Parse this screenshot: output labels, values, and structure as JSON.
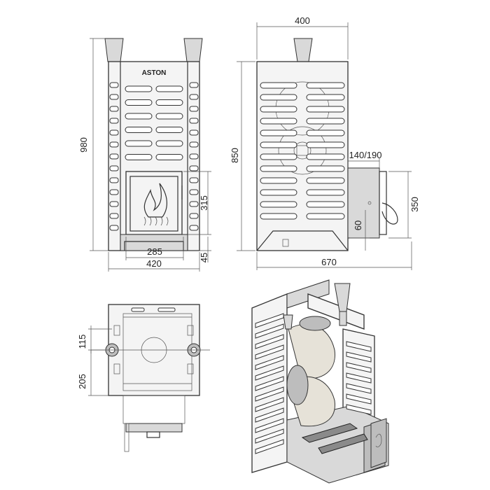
{
  "brand": {
    "logo_text": "ASTON"
  },
  "dimensions": {
    "front_total_height": "980",
    "front_door_height": "315",
    "front_door_width": "285",
    "front_total_width": "420",
    "front_leg_height": "45",
    "side_width": "400",
    "side_height": "850",
    "chimney_diameter": "140/190",
    "tunnel_height": "350",
    "tunnel_bottom_offset": "60",
    "total_depth": "670",
    "top_offset_1": "115",
    "top_offset_2": "205"
  },
  "colors": {
    "line": "#333333",
    "fill": "#f4f4f4",
    "metal": "#bdbdbd"
  }
}
